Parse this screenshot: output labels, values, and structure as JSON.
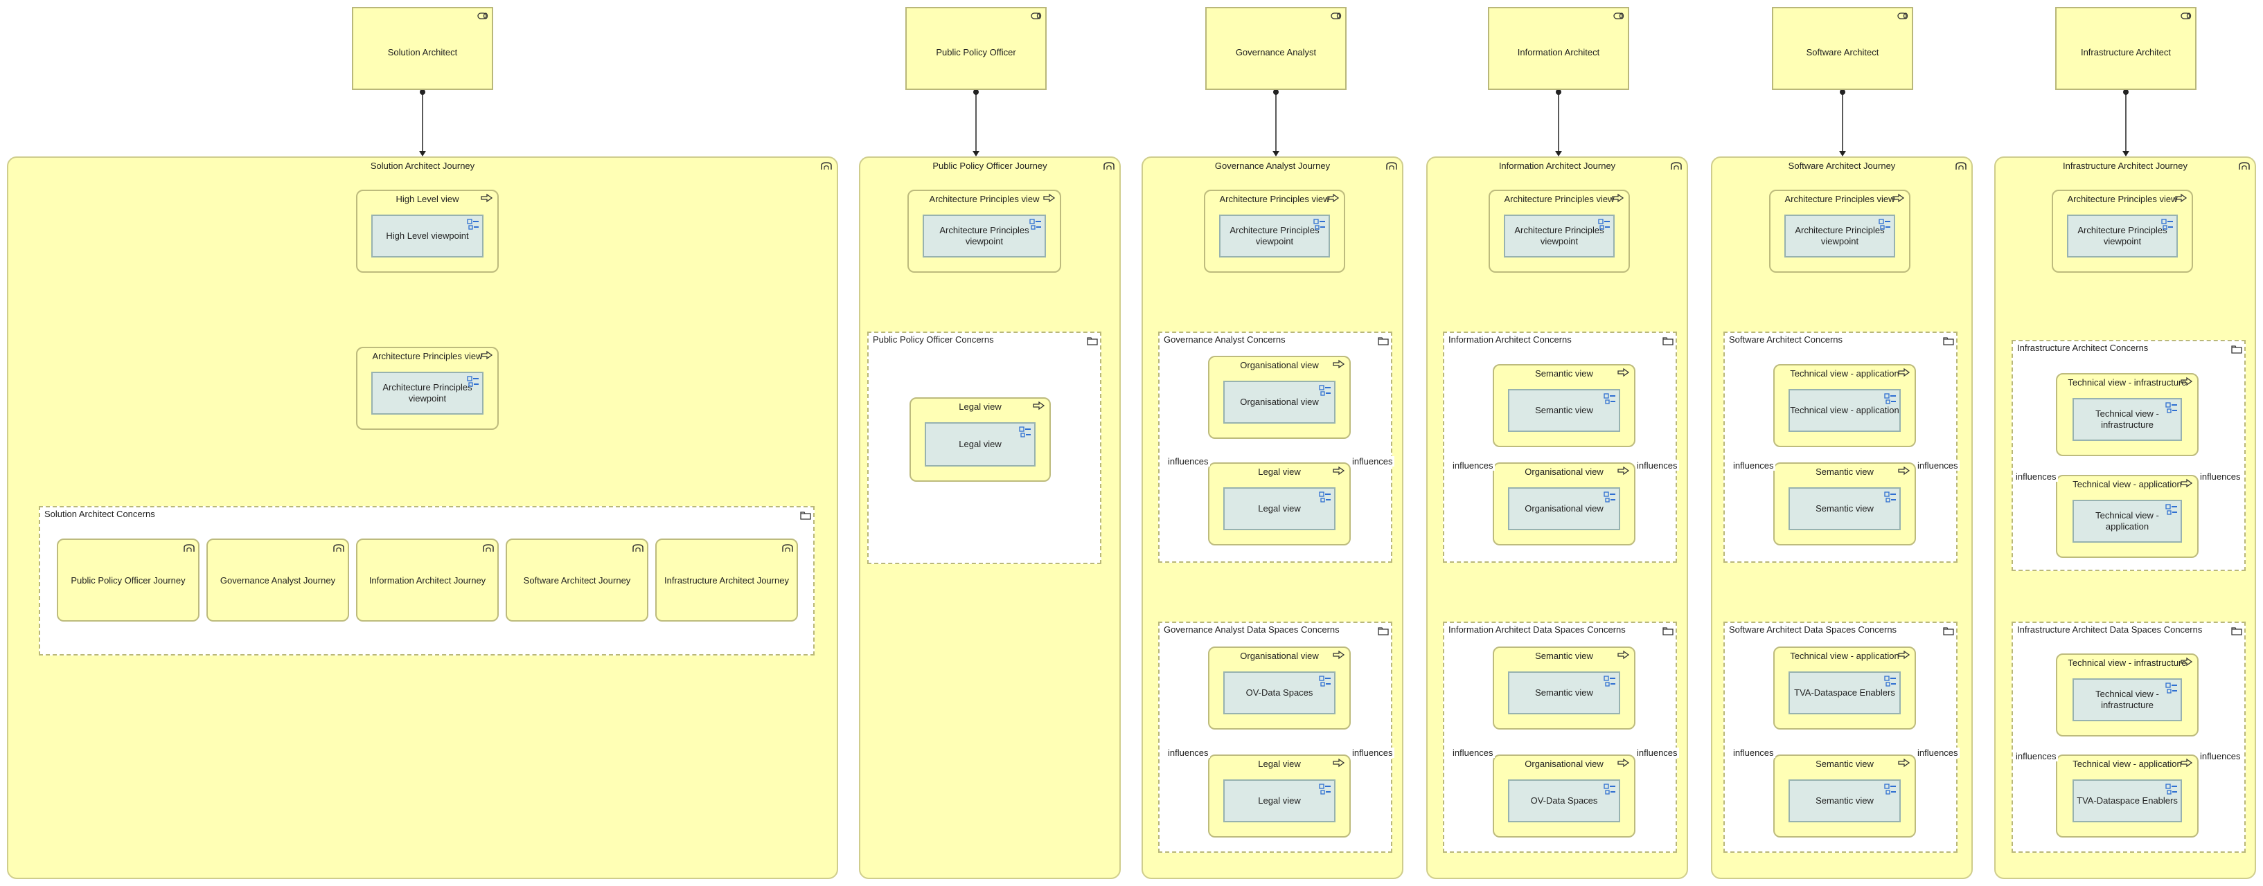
{
  "actors": [
    "Solution Architect",
    "Public Policy Officer",
    "Governance Analyst",
    "Information Architect",
    "Software Architect",
    "Infrastructure Architect"
  ],
  "journeys": [
    "Solution Architect Journey",
    "Public Policy Officer Journey",
    "Governance Analyst Journey",
    "Information Architect Journey",
    "Software Architect Journey",
    "Infrastructure Architect Journey"
  ],
  "relation_label": "influences",
  "solution": {
    "views": [
      {
        "title": "High Level view",
        "viewpoint": "High Level viewpoint"
      },
      {
        "title": "Architecture Principles view",
        "viewpoint": "Architecture Principles viewpoint"
      }
    ],
    "concerns_title": "Solution Architect Concerns",
    "concerns_items": [
      "Public Policy Officer Journey",
      "Governance Analyst Journey",
      "Information Architect Journey",
      "Software Architect Journey",
      "Infrastructure Architect Journey"
    ]
  },
  "policy": {
    "view": {
      "title": "Architecture Principles view",
      "viewpoint": "Architecture Principles viewpoint"
    },
    "concerns_title": "Public Policy Officer Concerns",
    "concerns_view": {
      "title": "Legal view",
      "viewpoint": "Legal view"
    }
  },
  "governance": {
    "view": {
      "title": "Architecture Principles view",
      "viewpoint": "Architecture Principles viewpoint"
    },
    "concerns_title": "Governance Analyst Concerns",
    "concerns_views": [
      {
        "title": "Organisational view",
        "viewpoint": "Organisational view"
      },
      {
        "title": "Legal view",
        "viewpoint": "Legal view"
      }
    ],
    "ds_title": "Governance Analyst Data Spaces Concerns",
    "ds_views": [
      {
        "title": "Organisational view",
        "viewpoint": "OV-Data Spaces"
      },
      {
        "title": "Legal view",
        "viewpoint": "Legal view"
      }
    ]
  },
  "information": {
    "view": {
      "title": "Architecture Principles view",
      "viewpoint": "Architecture Principles viewpoint"
    },
    "concerns_title": "Information Architect Concerns",
    "concerns_views": [
      {
        "title": "Semantic view",
        "viewpoint": "Semantic view"
      },
      {
        "title": "Organisational view",
        "viewpoint": "Organisational view"
      }
    ],
    "ds_title": "Information Architect Data Spaces Concerns",
    "ds_views": [
      {
        "title": "Semantic view",
        "viewpoint": "Semantic view"
      },
      {
        "title": "Organisational view",
        "viewpoint": "OV-Data Spaces"
      }
    ]
  },
  "software": {
    "view": {
      "title": "Architecture Principles view",
      "viewpoint": "Architecture Principles viewpoint"
    },
    "concerns_title": "Software Architect Concerns",
    "concerns_views": [
      {
        "title": "Technical view - application",
        "viewpoint": "Technical view - application"
      },
      {
        "title": "Semantic view",
        "viewpoint": "Semantic view"
      }
    ],
    "ds_title": "Software Architect Data Spaces Concerns",
    "ds_views": [
      {
        "title": "Technical view - application",
        "viewpoint": "TVA-Dataspace Enablers"
      },
      {
        "title": "Semantic view",
        "viewpoint": "Semantic view"
      }
    ]
  },
  "infrastructure": {
    "view": {
      "title": "Architecture Principles view",
      "viewpoint": "Architecture Principles viewpoint"
    },
    "concerns_title": "Infrastructure Architect Concerns",
    "concerns_views": [
      {
        "title": "Technical view - infrastructure",
        "viewpoint": "Technical view - infrastructure"
      },
      {
        "title": "Technical view - application",
        "viewpoint": "Technical view - application"
      }
    ],
    "ds_title": "Infrastructure Architect Data Spaces Concerns",
    "ds_views": [
      {
        "title": "Technical view - infrastructure",
        "viewpoint": "Technical view - infrastructure"
      },
      {
        "title": "Technical view - application",
        "viewpoint": "TVA-Dataspace Enablers"
      }
    ]
  },
  "colors": {
    "element_fill": "#ffffb5",
    "viewpoint_fill": "#dbe9e6",
    "viewpoint_icon": "#2f6fd1",
    "line": "#222222"
  },
  "icons": {
    "actor": "role-icon",
    "journey": "journey-icon",
    "view": "view-arrow-icon",
    "viewpoint": "viewpoint-icon",
    "concerns": "folder-icon"
  }
}
